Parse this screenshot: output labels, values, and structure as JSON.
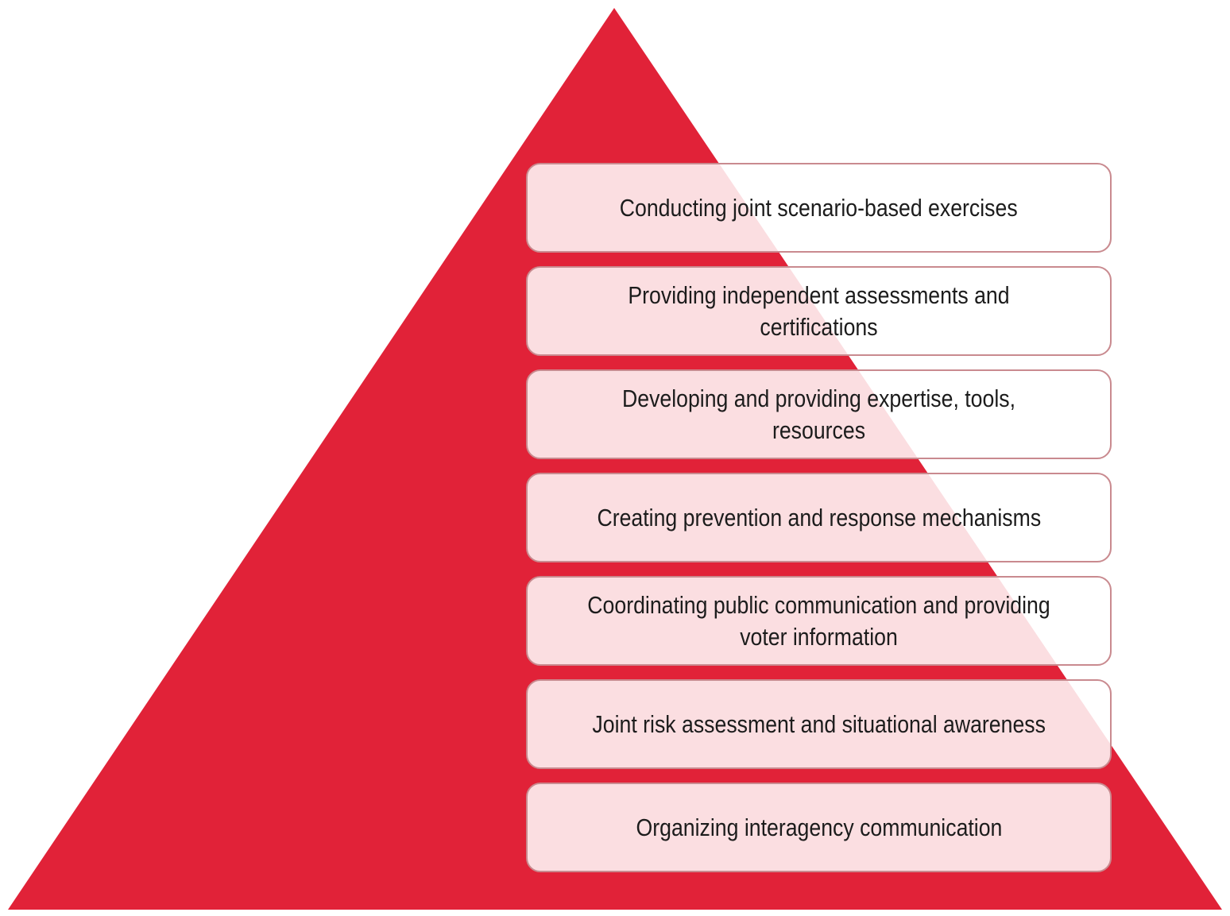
{
  "diagram": {
    "type": "pyramid",
    "colors": {
      "pyramid_fill": "#e12238",
      "box_fill": "#ffffff",
      "box_border": "#c98a8f",
      "text": "#1c1c1c"
    },
    "levels": [
      {
        "label": "Conducting joint scenario-based exercises"
      },
      {
        "label": "Providing independent assessments and certifications"
      },
      {
        "label": "Developing and providing expertise, tools, resources"
      },
      {
        "label": "Creating prevention and response mechanisms"
      },
      {
        "label": "Coordinating public communication and providing voter information"
      },
      {
        "label": "Joint risk assessment and situational awareness"
      },
      {
        "label": "Organizing interagency communication"
      }
    ]
  }
}
